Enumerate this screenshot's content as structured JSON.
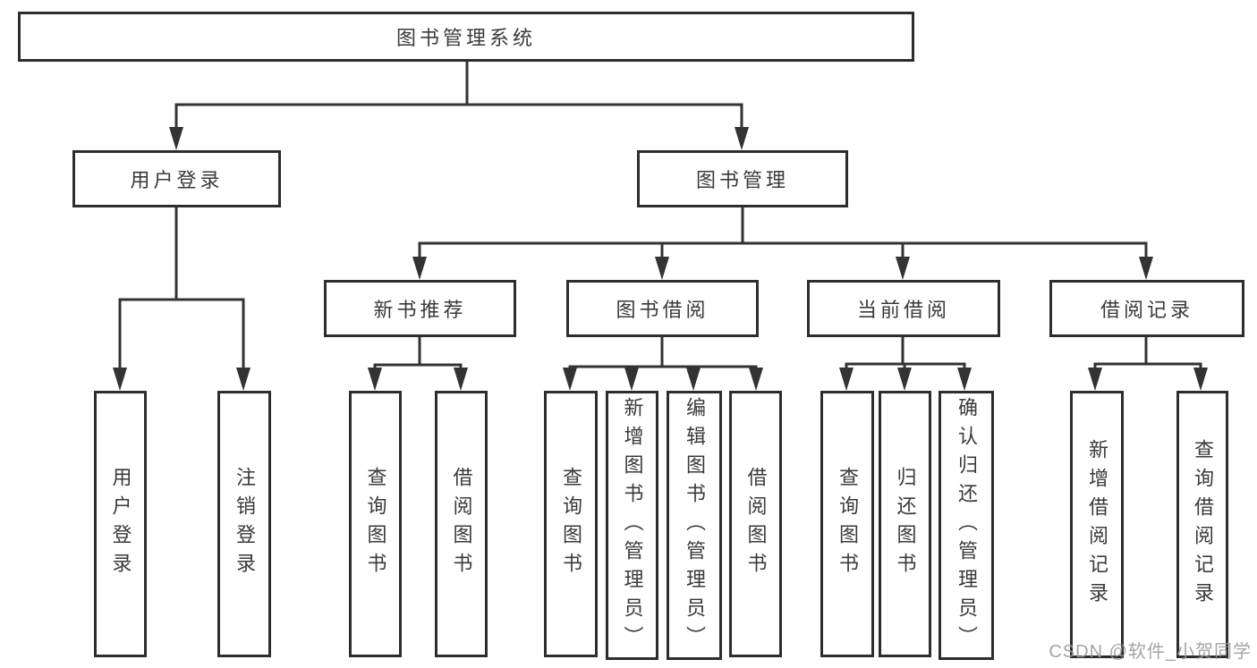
{
  "diagram": {
    "root": {
      "label": "图书管理系统",
      "children": [
        {
          "label": "用户登录",
          "children": [
            {
              "label": "用户登录"
            },
            {
              "label": "注销登录"
            }
          ]
        },
        {
          "label": "图书管理",
          "children": [
            {
              "label": "新书推荐",
              "children": [
                {
                  "label": "查询图书"
                },
                {
                  "label": "借阅图书"
                }
              ]
            },
            {
              "label": "图书借阅",
              "children": [
                {
                  "label": "查询图书"
                },
                {
                  "label": "新增图书（管理员）"
                },
                {
                  "label": "编辑图书（管理员）"
                },
                {
                  "label": "借阅图书"
                }
              ]
            },
            {
              "label": "当前借阅",
              "children": [
                {
                  "label": "查询图书"
                },
                {
                  "label": "归还图书"
                },
                {
                  "label": "确认归还（管理员）"
                }
              ]
            },
            {
              "label": "借阅记录",
              "children": [
                {
                  "label": "新增借阅记录"
                },
                {
                  "label": "查询借阅记录"
                }
              ]
            }
          ]
        }
      ]
    },
    "colors": {
      "line": "#333333",
      "box_border": "#2d2d2d",
      "text": "#3a3a3a",
      "watermark_gray": "#9b9b9b"
    }
  },
  "watermark": {
    "text": "CSDN @软件_小贺同学"
  }
}
